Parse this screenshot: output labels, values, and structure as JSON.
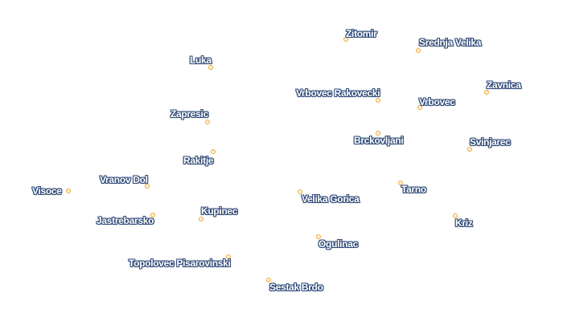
{
  "map": {
    "colors": {
      "background": "#ffffff",
      "marker_stroke": "#f0a830",
      "marker_fill": "#fdf3df",
      "label_text": "#ffffff",
      "label_halo": "#2f4a78"
    },
    "places": [
      {
        "id": "zitomir",
        "name": "Zitomir"
      },
      {
        "id": "srednja-velika",
        "name": "Srednja Velika"
      },
      {
        "id": "luka",
        "name": "Luka"
      },
      {
        "id": "zavnica",
        "name": "Zavnica"
      },
      {
        "id": "vrbovec-rakovecki",
        "name": "Vrbovec Rakovecki"
      },
      {
        "id": "vrbovec",
        "name": "Vrbovec"
      },
      {
        "id": "zapresic",
        "name": "Zapresic"
      },
      {
        "id": "brckovljani",
        "name": "Brckovljani"
      },
      {
        "id": "svinjarec",
        "name": "Svinjarec"
      },
      {
        "id": "rakitje",
        "name": "Rakitje"
      },
      {
        "id": "vranov-dol",
        "name": "Vranov Dol"
      },
      {
        "id": "visoce",
        "name": "Visoce"
      },
      {
        "id": "tarno",
        "name": "Tarno"
      },
      {
        "id": "velika-gorica",
        "name": "Velika Gorica"
      },
      {
        "id": "kupinec",
        "name": "Kupinec"
      },
      {
        "id": "jastrebarsko",
        "name": "Jastrebarsko"
      },
      {
        "id": "kriz",
        "name": "Kriz"
      },
      {
        "id": "ogulinac",
        "name": "Ogulinac"
      },
      {
        "id": "topolovec-pisarovinski",
        "name": "Topolovec Pisarovinski"
      },
      {
        "id": "sestak-brdo",
        "name": "Sestak Brdo"
      }
    ]
  }
}
